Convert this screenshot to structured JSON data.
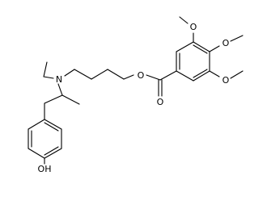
{
  "diagram": {
    "type": "chemical-structure",
    "atom_labels": {
      "nitrogen": "N",
      "ester_oxygen": "O",
      "carbonyl_oxygen": "O",
      "hydroxyl": "OH",
      "methoxy_top": "O",
      "methoxy_middle": "O",
      "methoxy_lower": "O"
    }
  }
}
